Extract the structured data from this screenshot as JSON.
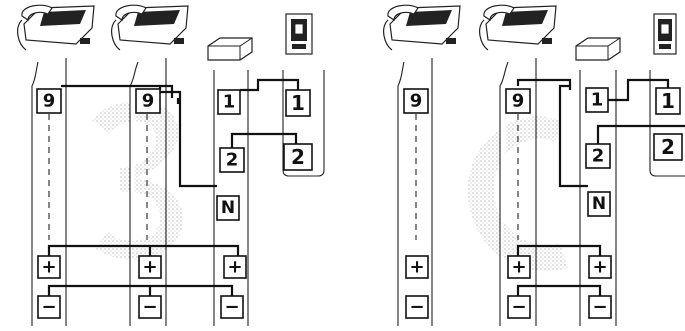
{
  "diagrams": [
    {
      "terminals": {
        "a": {
          "nine": "9",
          "plus": "+",
          "minus": "−"
        },
        "b": {
          "nine": "9",
          "n": "N",
          "plus": "+",
          "minus": "−"
        },
        "c": {
          "one": "1",
          "two": "2",
          "plus": "+",
          "minus": "−"
        },
        "d": {
          "one": "1",
          "two": "2"
        }
      }
    },
    {
      "terminals": {
        "a": {
          "nine": "9",
          "plus": "+",
          "minus": "−"
        },
        "b": {
          "nine": "9",
          "n": "N",
          "plus": "+",
          "minus": "−"
        },
        "c": {
          "one": "1",
          "two": "2",
          "plus": "+",
          "minus": "−"
        },
        "d": {
          "one": "1",
          "two": "2"
        }
      }
    }
  ]
}
